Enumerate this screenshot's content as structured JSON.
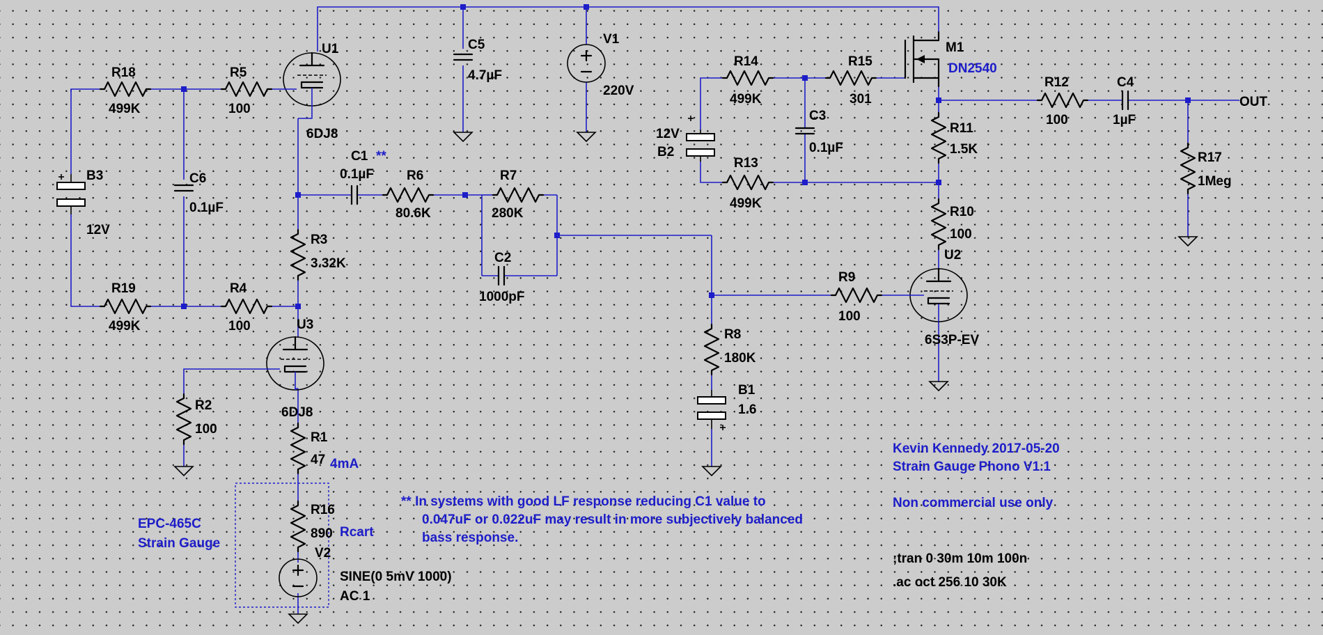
{
  "schematic": {
    "parts": [
      {
        "ref": "R18",
        "value": "499K"
      },
      {
        "ref": "R5",
        "value": "100"
      },
      {
        "ref": "U1",
        "value": "6DJ8"
      },
      {
        "ref": "C5",
        "value": "4.7µF"
      },
      {
        "ref": "V1",
        "value": "220V"
      },
      {
        "ref": "M1",
        "value": "DN2540"
      },
      {
        "ref": "R14",
        "value": "499K"
      },
      {
        "ref": "R15",
        "value": "301"
      },
      {
        "ref": "C3",
        "value": "0.1µF"
      },
      {
        "ref": "B2",
        "value": "12V"
      },
      {
        "ref": "R13",
        "value": "499K"
      },
      {
        "ref": "R12",
        "value": "100"
      },
      {
        "ref": "C4",
        "value": "1µF"
      },
      {
        "ref": "R17",
        "value": "1Meg"
      },
      {
        "ref": "R11",
        "value": "1.5K"
      },
      {
        "ref": "R10",
        "value": "100"
      },
      {
        "ref": "U2",
        "value": "6S3P-EV"
      },
      {
        "ref": "B3",
        "value": "12V"
      },
      {
        "ref": "C6",
        "value": "0.1µF"
      },
      {
        "ref": "C1",
        "value": "0.1µF"
      },
      {
        "ref": "R6",
        "value": "80.6K"
      },
      {
        "ref": "R7",
        "value": "280K"
      },
      {
        "ref": "C2",
        "value": "1000pF"
      },
      {
        "ref": "R3",
        "value": "3.32K"
      },
      {
        "ref": "R19",
        "value": "499K"
      },
      {
        "ref": "R4",
        "value": "100"
      },
      {
        "ref": "R9",
        "value": "100"
      },
      {
        "ref": "R8",
        "value": "180K"
      },
      {
        "ref": "B1",
        "value": "1.6"
      },
      {
        "ref": "U3",
        "value": "6DJ8"
      },
      {
        "ref": "R2",
        "value": "100"
      },
      {
        "ref": "R1",
        "value": "47"
      },
      {
        "ref": "R16",
        "value": "890"
      },
      {
        "ref": "V2",
        "value": "SINE(0 5mV 1000)"
      }
    ],
    "net_labels": {
      "out": "OUT"
    },
    "annotations": {
      "c1_marker": "**",
      "v2_ac": "AC 1",
      "current": "4mA",
      "rcart": "Rcart",
      "cartridge_line1": "EPC-465C",
      "cartridge_line2": "Strain Gauge",
      "footnote_line1": "** In systems with good LF response reducing C1 value to",
      "footnote_line2": "0.047uF or 0.022uF may result in more subjectively balanced",
      "footnote_line3": "bass response.",
      "author_line1": "Kevin Kennedy 2017-05-20",
      "author_line2": "Strain Gauge Phono V1.1",
      "license": "Non commercial use only",
      "tran_directive": ";tran 0 30m 10m 100n",
      "ac_directive": ".ac oct 256 10 30K"
    },
    "colors": {
      "background": "#cccccc",
      "grid_dots": "#1a1a1a",
      "wire": "#1d1dc9",
      "component": "#000000",
      "annotation": "#1d1dc9"
    }
  }
}
